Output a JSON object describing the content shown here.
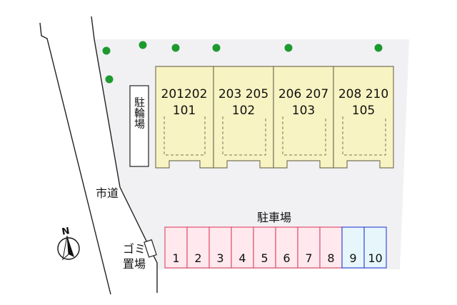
{
  "colors": {
    "lot_background": "#f1f1f4",
    "building_fill": "#f8f3c2",
    "building_stroke": "#7a765a",
    "tree": "#1d9a2f",
    "parking_red_fill": "#ffe9ee",
    "parking_red_stroke": "#e0506e",
    "parking_blue_fill": "#e6f6fb",
    "parking_blue_stroke": "#3b4fd6",
    "line": "#222222"
  },
  "buildings": [
    {
      "upper": "201202",
      "lower": "101"
    },
    {
      "upper": "203 205",
      "lower": "102"
    },
    {
      "upper": "206 207",
      "lower": "103"
    },
    {
      "upper": "208 210",
      "lower": "105"
    }
  ],
  "bicycle_parking": {
    "label": "駐輪場"
  },
  "road": {
    "label": "市道"
  },
  "parking": {
    "label": "駐車場",
    "spaces": [
      {
        "number": "1",
        "kind": "red"
      },
      {
        "number": "2",
        "kind": "red"
      },
      {
        "number": "3",
        "kind": "red"
      },
      {
        "number": "4",
        "kind": "red"
      },
      {
        "number": "5",
        "kind": "red"
      },
      {
        "number": "6",
        "kind": "red"
      },
      {
        "number": "7",
        "kind": "red"
      },
      {
        "number": "8",
        "kind": "red"
      },
      {
        "number": "9",
        "kind": "blue"
      },
      {
        "number": "10",
        "kind": "blue"
      }
    ]
  },
  "garbage": {
    "line1": "ゴミ",
    "line2": "置場"
  },
  "compass": {
    "label": "N",
    "icon": "north-arrow-icon"
  },
  "trees": {
    "count": 7,
    "icon": "tree-icon"
  }
}
